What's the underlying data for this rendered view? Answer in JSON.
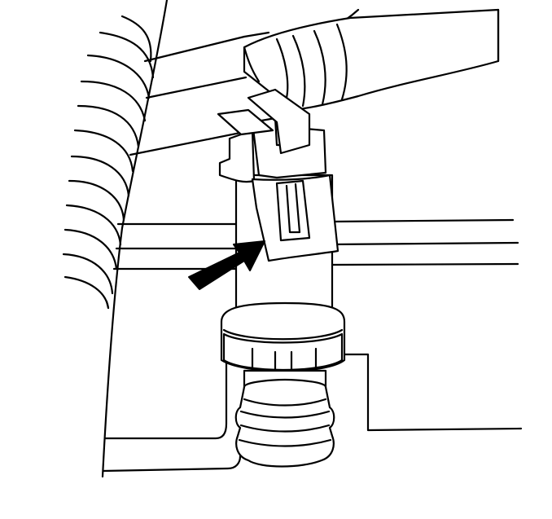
{
  "figure": {
    "kind": "line-art illustration",
    "subject": "sensor-with-electrical-connector",
    "callout": "arrow-pointing-to-connector-lock-tab"
  },
  "colors": {
    "ink": "#000000",
    "paper": "#ffffff"
  }
}
